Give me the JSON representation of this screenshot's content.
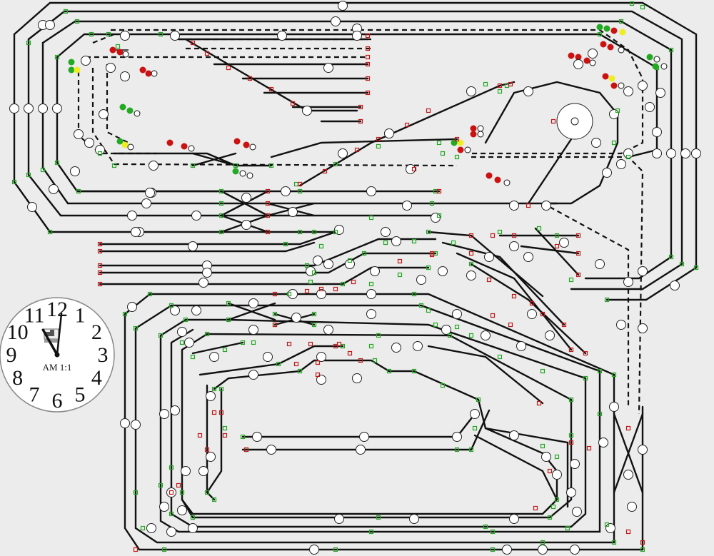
{
  "clock": {
    "mode_label": "AM 1:1",
    "numerals": [
      "12",
      "1",
      "2",
      "3",
      "4",
      "5",
      "6",
      "7",
      "8",
      "9",
      "10",
      "11"
    ],
    "time": {
      "hour": 11,
      "minute": 1
    }
  },
  "colors": {
    "track": "#111111",
    "feedback_free": "#22a822",
    "feedback_occupied": "#c01818",
    "signal_red": "#cc1111",
    "signal_green": "#22aa22",
    "signal_yellow": "#eeee22",
    "background": "#ececec"
  }
}
